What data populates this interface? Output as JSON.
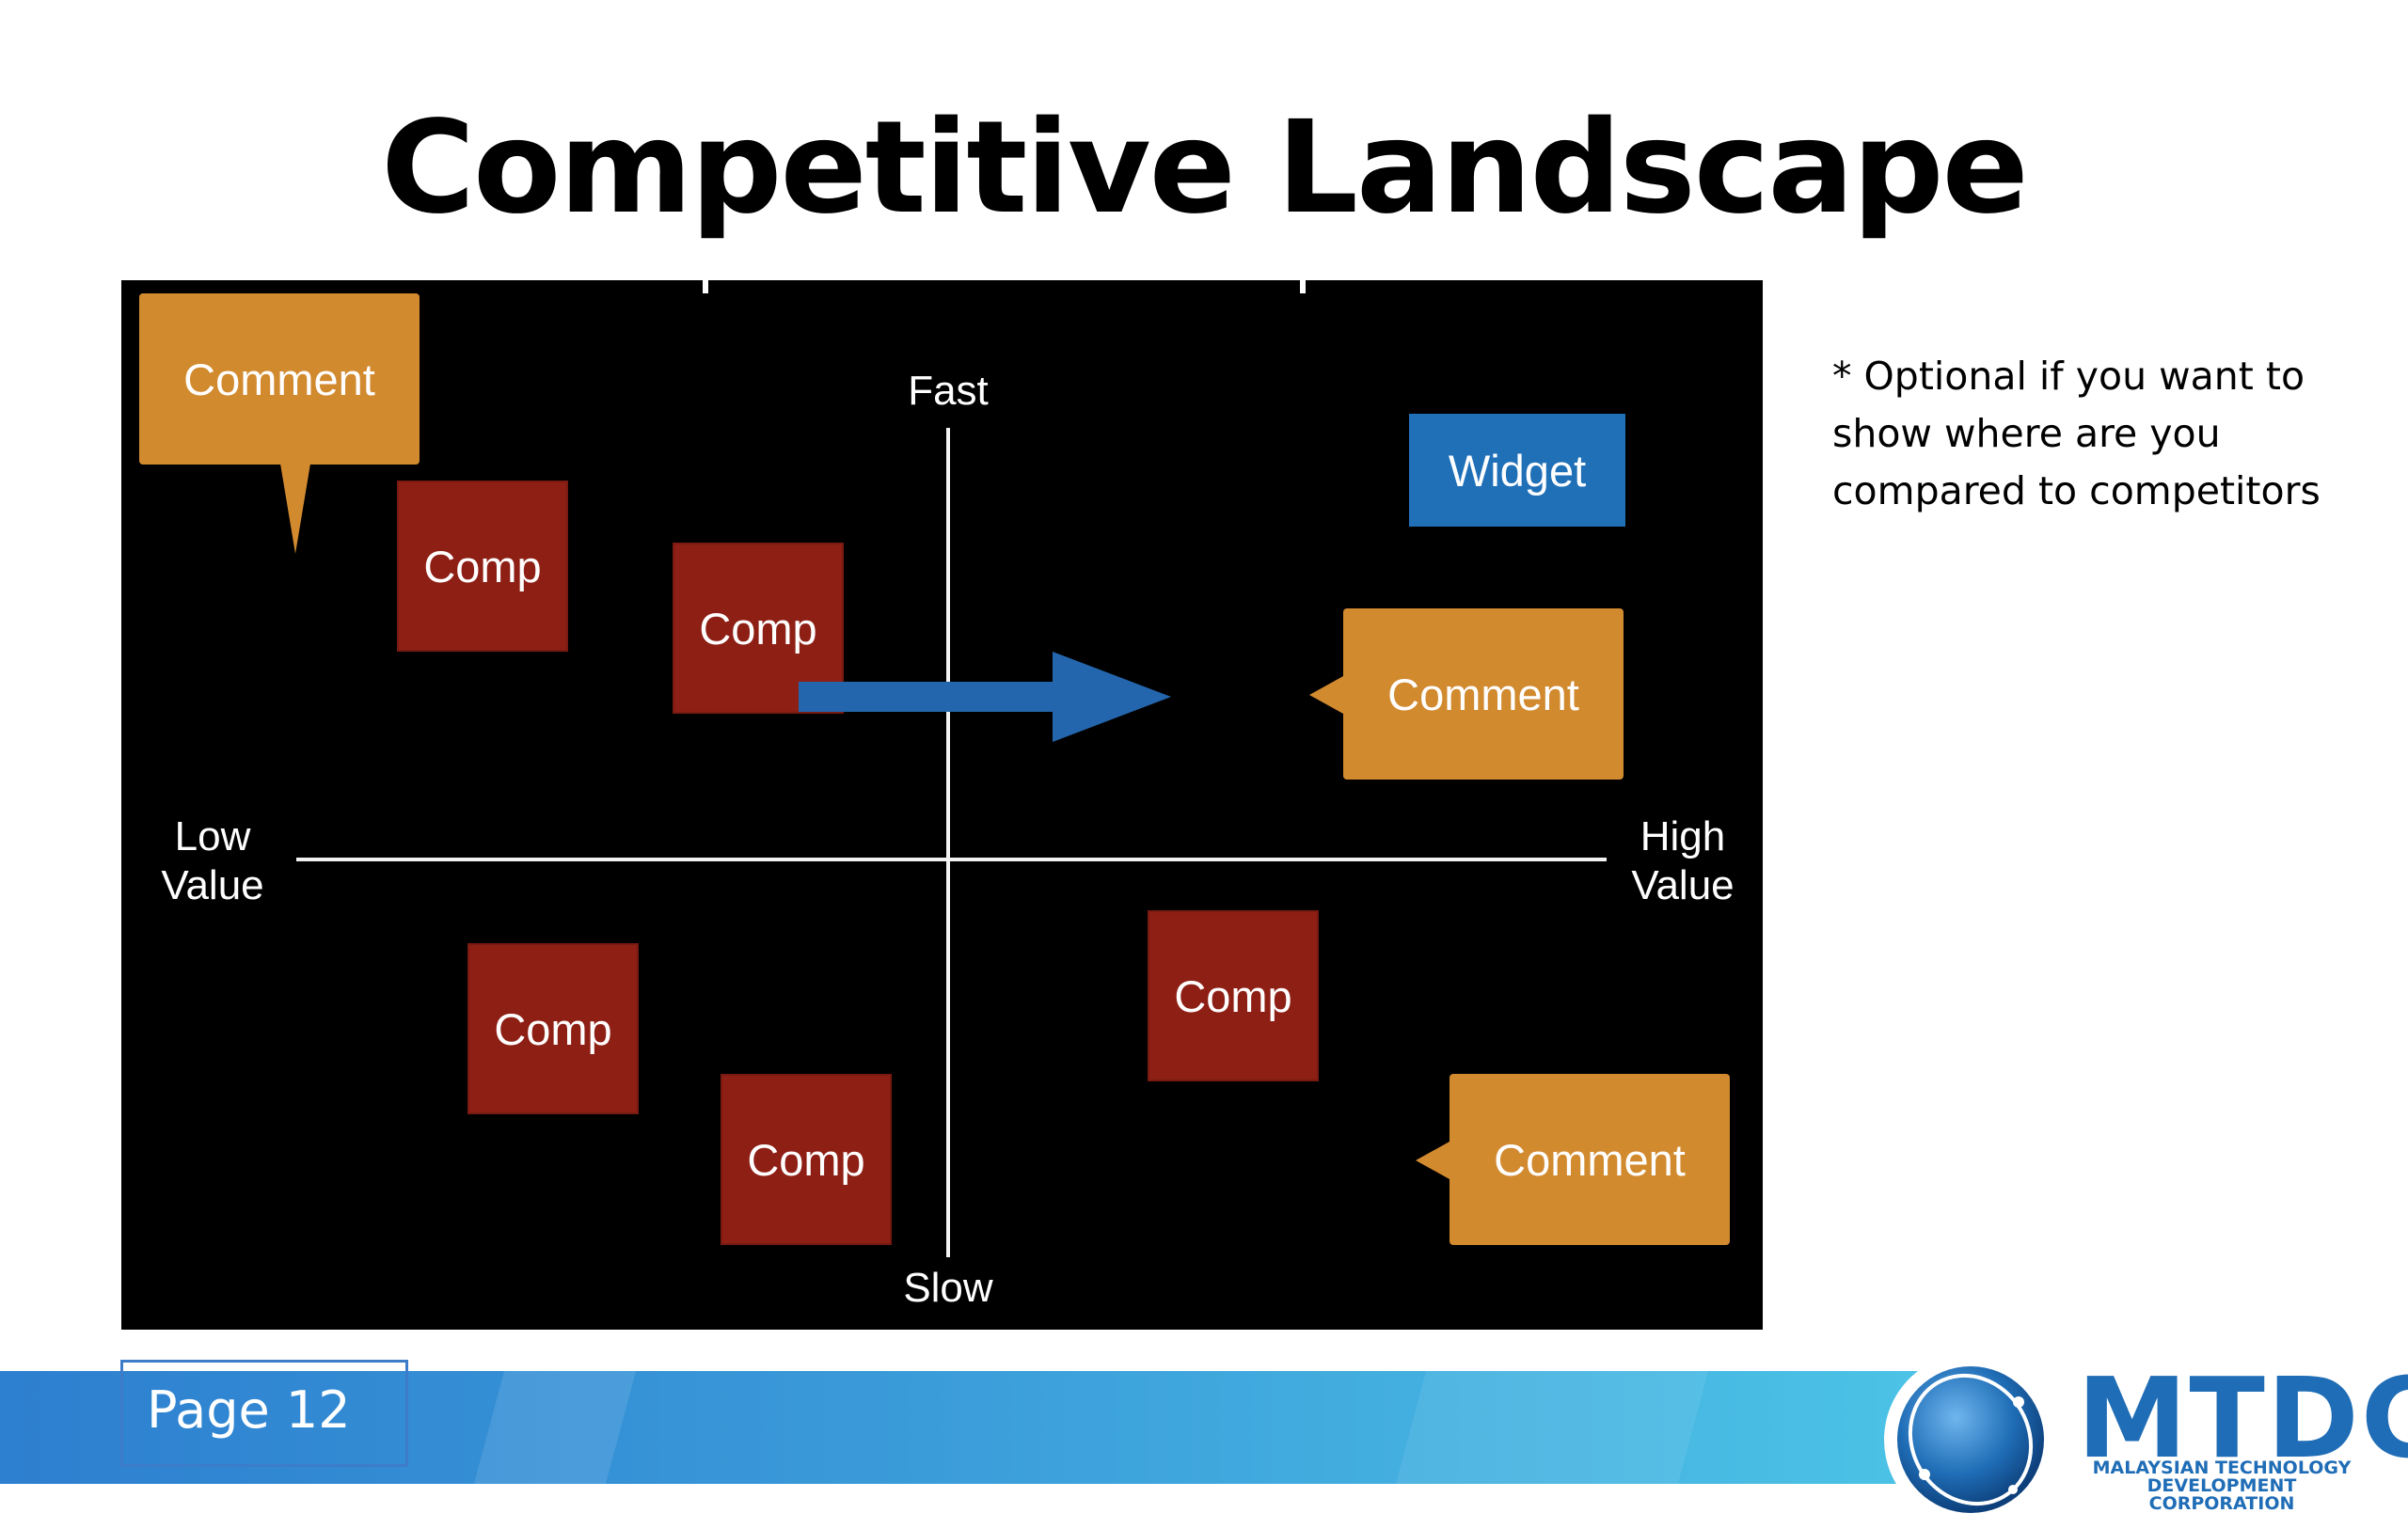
{
  "title": "Competitive Landscape",
  "note": "* Optional if you want to show where are you compared to competitors",
  "axes": {
    "top": "Fast",
    "bottom": "Slow",
    "left_line1": "Low",
    "left_line2": "Value",
    "right_line1": "High",
    "right_line2": "Value"
  },
  "boxes": {
    "comp_label": "Comp",
    "comment_label": "Comment",
    "widget_label": "Widget"
  },
  "footer": {
    "page_label": "Page 12",
    "logo_name": "MTDC",
    "logo_line1": "MALAYSIAN TECHNOLOGY",
    "logo_line2": "DEVELOPMENT CORPORATION"
  },
  "colors": {
    "comp": "#8e1f15",
    "comment": "#d28a2f",
    "widget": "#2070b8",
    "arrow": "#2466ad",
    "panel": "#000000"
  },
  "icons": [
    "globe-logo-icon",
    "right-arrow-icon"
  ]
}
